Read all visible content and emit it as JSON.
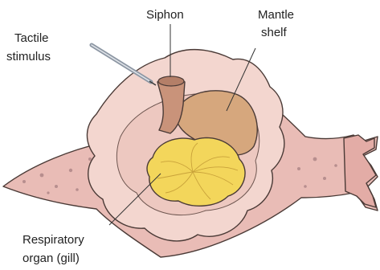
{
  "labels": {
    "siphon": "Siphon",
    "mantle_line1": "Mantle",
    "mantle_line2": "shelf",
    "tactile_line1": "Tactile",
    "tactile_line2": "stimulus",
    "gill_line1": "Respiratory",
    "gill_line2": "organ (gill)"
  },
  "colors": {
    "body": "#e9bcb6",
    "parapodia": "#f3d6cf",
    "mantle_shelf": "#d6a77d",
    "siphon": "#c9937a",
    "gill": "#f3d65b",
    "gill_lines": "#c9a23a",
    "probe": "#8c96a3"
  }
}
